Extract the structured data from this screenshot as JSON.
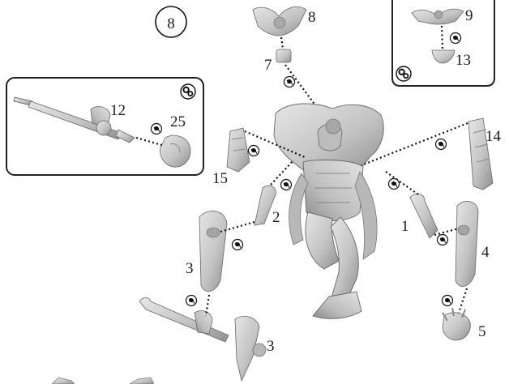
{
  "step": {
    "number": "8"
  },
  "labels": {
    "p1": "1",
    "p2": "2",
    "p3a": "3",
    "p3b": "3",
    "p4": "4",
    "p5": "5",
    "p7": "7",
    "p8": "8",
    "p9": "9",
    "p12": "12",
    "p13": "13",
    "p14": "14",
    "p15": "15",
    "p25": "25"
  },
  "icons": {
    "glue": "glue-drop-icon",
    "alternate": "alternate-build-icon"
  },
  "colors": {
    "part_fill": "#cfcfcf",
    "part_shade": "#9a9a9a",
    "line": "#111111",
    "box_border": "#222222"
  }
}
